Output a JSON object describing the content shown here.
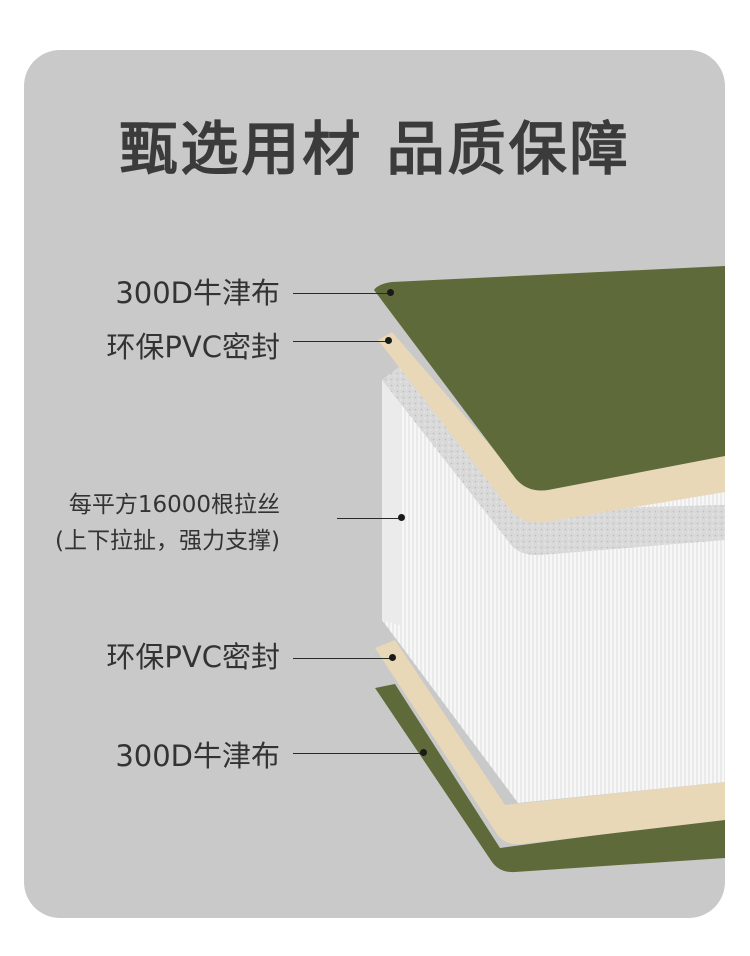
{
  "title": "甄选用材 品质保障",
  "colors": {
    "background": "#c9c9c9",
    "oxford": "#5e6a3a",
    "oxford_dark": "#4f5a2e",
    "pvc": "#e8d8b8",
    "foam": "#d6d6d6",
    "drop_stitch": "#f3f3f3",
    "text": "#333333"
  },
  "layers": [
    {
      "id": "top-oxford",
      "label": "300D牛津布"
    },
    {
      "id": "top-pvc",
      "label": "环保PVC密封"
    },
    {
      "id": "drop-stitch",
      "label_line1": "每平方16000根拉丝",
      "label_line2": "(上下拉扯，强力支撑)"
    },
    {
      "id": "bottom-pvc",
      "label": "环保PVC密封"
    },
    {
      "id": "bottom-oxford",
      "label": "300D牛津布"
    }
  ]
}
